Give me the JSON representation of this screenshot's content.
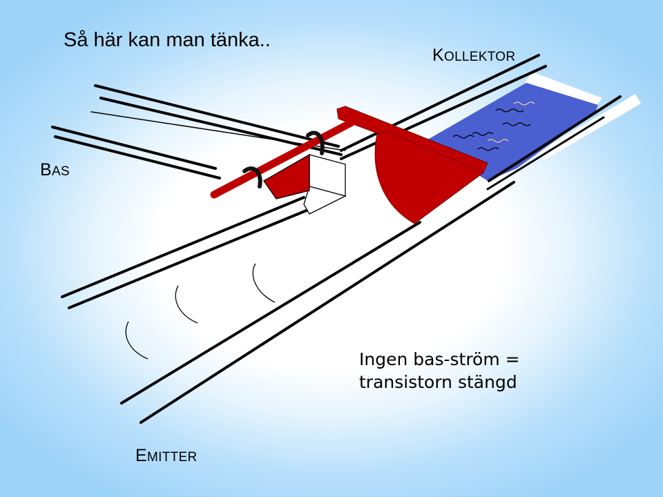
{
  "slide": {
    "title": "Så här kan man tänka..",
    "labels": {
      "kollektor_first": "K",
      "kollektor_rest": "OLLEKTOR",
      "bas_first": "B",
      "bas_rest": "AS",
      "emitter_first": "E",
      "emitter_rest": "MITTER"
    },
    "caption": {
      "line1": "Ingen bas-ström  =",
      "line2": "transistorn stängd"
    }
  },
  "colors": {
    "valve_red": "#c00000",
    "water_blue": "#4a5fd0",
    "line_black": "#000000",
    "highlight_white": "#ffffff"
  }
}
